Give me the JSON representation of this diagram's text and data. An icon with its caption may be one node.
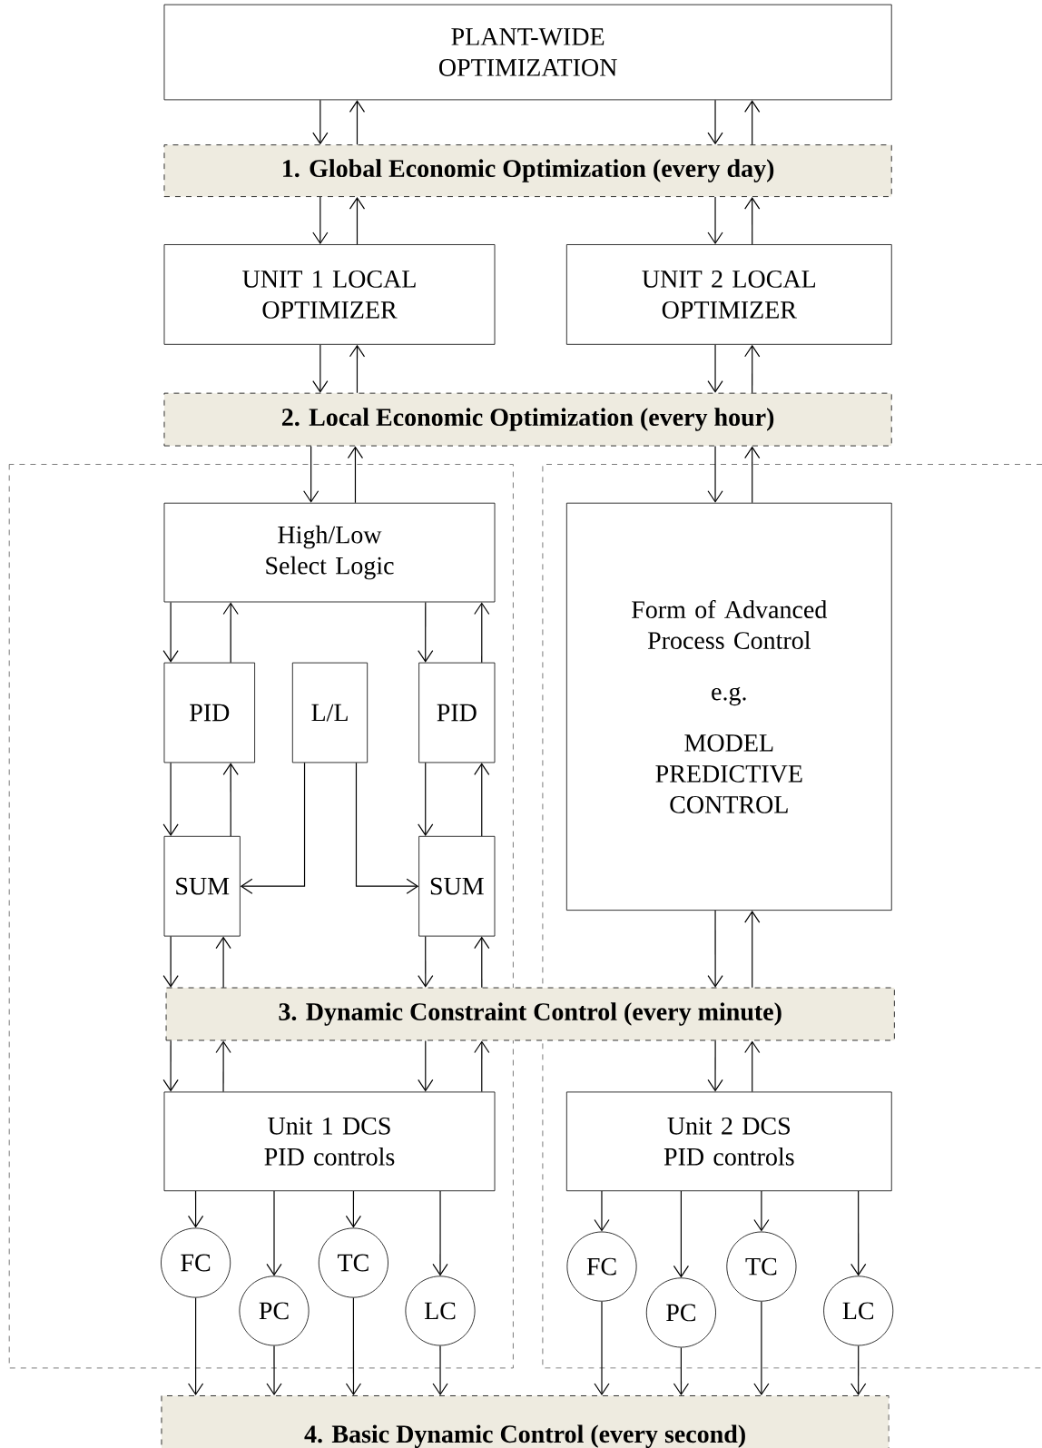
{
  "diagram": {
    "nodes": [
      {
        "text": [
          "PLANT-WIDE OPTIMIZATION"
        ]
      },
      {
        "text": [
          "1. Global Economic Optimization (every day)"
        ]
      },
      {
        "text": [
          "UNIT 1 LOCAL OPTIMIZER"
        ]
      },
      {
        "text": [
          "UNIT 2 LOCAL OPTIMIZER"
        ]
      },
      {
        "text": [
          "2. Local Economic Optimization (every hour)"
        ]
      },
      {
        "text": [
          "High/Low Select Logic"
        ]
      },
      {
        "text": [
          "PID"
        ]
      },
      {
        "text": [
          "L/L"
        ]
      },
      {
        "text": [
          "PID"
        ]
      },
      {
        "text": [
          "SUM"
        ]
      },
      {
        "text": [
          "SUM"
        ]
      },
      {
        "text": [
          "Form of Advanced Process Control",
          "e.g.",
          "MODEL PREDICTIVE CONTROL"
        ]
      },
      {
        "text": [
          "3. Dynamic Constraint Control (every minute)"
        ]
      },
      {
        "text": [
          "Unit 1 DCS PID controls"
        ]
      },
      {
        "text": [
          "Unit 2 DCS PID controls"
        ]
      },
      {
        "text": [
          "FC"
        ]
      },
      {
        "text": [
          "PC"
        ]
      },
      {
        "text": [
          "TC"
        ]
      },
      {
        "text": [
          "LC"
        ]
      },
      {
        "text": [
          "FC"
        ]
      },
      {
        "text": [
          "PC"
        ]
      },
      {
        "text": [
          "TC"
        ]
      },
      {
        "text": [
          "LC"
        ]
      },
      {
        "text": [
          "4. Basic Dynamic Control (every second)"
        ]
      }
    ],
    "edges": [
      {
        "from": 0,
        "to": 1,
        "arrow": "to"
      },
      {
        "from": 1,
        "to": 0,
        "arrow": "to"
      },
      {
        "from": 0,
        "to": 1,
        "arrow": "to"
      },
      {
        "from": 1,
        "to": 0,
        "arrow": "to"
      },
      {
        "from": 1,
        "to": 2,
        "arrow": "to"
      },
      {
        "from": 2,
        "to": 1,
        "arrow": "to"
      },
      {
        "from": 1,
        "to": 3,
        "arrow": "to"
      },
      {
        "from": 3,
        "to": 1,
        "arrow": "to"
      },
      {
        "from": 2,
        "to": 4,
        "arrow": "to"
      },
      {
        "from": 4,
        "to": 2,
        "arrow": "to"
      },
      {
        "from": 3,
        "to": 4,
        "arrow": "to"
      },
      {
        "from": 4,
        "to": 3,
        "arrow": "to"
      },
      {
        "from": 4,
        "to": 5,
        "arrow": "to"
      },
      {
        "from": 5,
        "to": 4,
        "arrow": "to"
      },
      {
        "from": 4,
        "to": 11,
        "arrow": "to"
      },
      {
        "from": 11,
        "to": 4,
        "arrow": "to"
      },
      {
        "from": 5,
        "to": 6,
        "arrow": "to"
      },
      {
        "from": 6,
        "to": 5,
        "arrow": "to"
      },
      {
        "from": 5,
        "to": 8,
        "arrow": "to"
      },
      {
        "from": 8,
        "to": 5,
        "arrow": "to"
      },
      {
        "from": 6,
        "to": 9,
        "arrow": "to"
      },
      {
        "from": 9,
        "to": 6,
        "arrow": "to"
      },
      {
        "from": 8,
        "to": 10,
        "arrow": "to"
      },
      {
        "from": 10,
        "to": 8,
        "arrow": "to"
      },
      {
        "from": 7,
        "to": 9,
        "arrow": "to"
      },
      {
        "from": 7,
        "to": 10,
        "arrow": "to"
      },
      {
        "from": 9,
        "to": 12,
        "arrow": "to"
      },
      {
        "from": 12,
        "to": 9,
        "arrow": "to"
      },
      {
        "from": 10,
        "to": 12,
        "arrow": "to"
      },
      {
        "from": 12,
        "to": 10,
        "arrow": "to"
      },
      {
        "from": 11,
        "to": 12,
        "arrow": "to"
      },
      {
        "from": 12,
        "to": 11,
        "arrow": "to"
      },
      {
        "from": 12,
        "to": 13,
        "arrow": "to"
      },
      {
        "from": 13,
        "to": 12,
        "arrow": "to"
      },
      {
        "from": 12,
        "to": 13,
        "arrow": "to"
      },
      {
        "from": 13,
        "to": 12,
        "arrow": "to"
      },
      {
        "from": 12,
        "to": 14,
        "arrow": "to"
      },
      {
        "from": 14,
        "to": 12,
        "arrow": "to"
      },
      {
        "from": 13,
        "to": 15,
        "arrow": "to"
      },
      {
        "from": 13,
        "to": 16,
        "arrow": "to"
      },
      {
        "from": 13,
        "to": 17,
        "arrow": "to"
      },
      {
        "from": 13,
        "to": 18,
        "arrow": "to"
      },
      {
        "from": 14,
        "to": 19,
        "arrow": "to"
      },
      {
        "from": 14,
        "to": 20,
        "arrow": "to"
      },
      {
        "from": 14,
        "to": 21,
        "arrow": "to"
      },
      {
        "from": 14,
        "to": 22,
        "arrow": "to"
      },
      {
        "from": 15,
        "to": 23,
        "arrow": "to"
      },
      {
        "from": 16,
        "to": 23,
        "arrow": "to"
      },
      {
        "from": 17,
        "to": 23,
        "arrow": "to"
      },
      {
        "from": 18,
        "to": 23,
        "arrow": "to"
      },
      {
        "from": 19,
        "to": 23,
        "arrow": "to"
      },
      {
        "from": 20,
        "to": 23,
        "arrow": "to"
      },
      {
        "from": 21,
        "to": 23,
        "arrow": "to"
      },
      {
        "from": 22,
        "to": 23,
        "arrow": "to"
      }
    ]
  }
}
